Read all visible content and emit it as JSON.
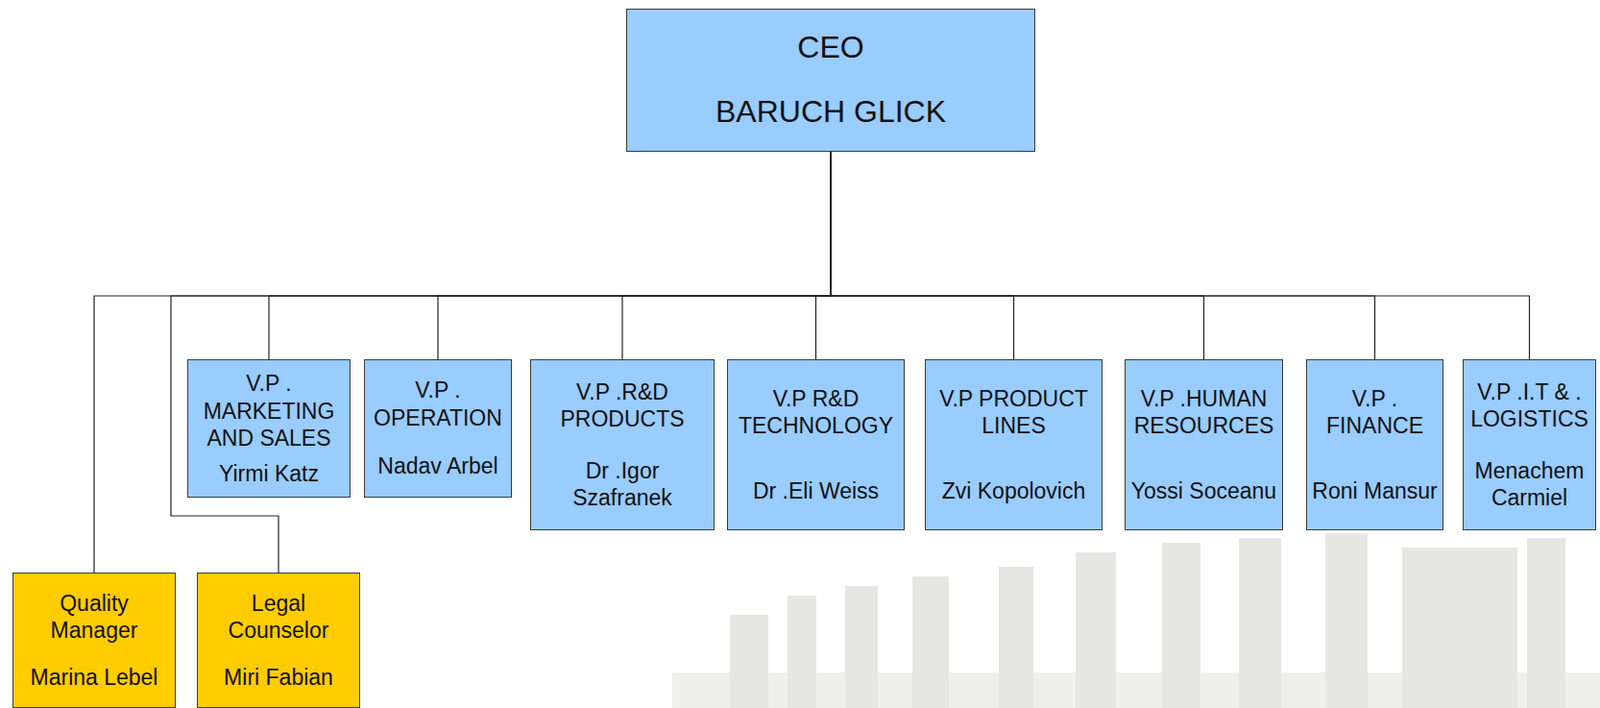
{
  "diagram": {
    "nodes": [
      {
        "text": [
          "CEO",
          "BARUCH GLICK"
        ]
      },
      {
        "text": [
          "V.P . MARKETING AND SALES",
          "Yirmi Katz"
        ]
      },
      {
        "text": [
          "V.P . OPERATION",
          "Nadav Arbel"
        ]
      },
      {
        "text": [
          "V.P .R&D PRODUCTS",
          "Dr .Igor Szafranek"
        ]
      },
      {
        "text": [
          "V.P R&D TECHNOLOGY",
          "Dr .Eli Weiss"
        ]
      },
      {
        "text": [
          "V.P PRODUCT LINES",
          "Zvi Kopolovich"
        ]
      },
      {
        "text": [
          "V.P .HUMAN RESOURCES",
          "Yossi Soceanu"
        ]
      },
      {
        "text": [
          "V.P . FINANCE",
          "Roni Mansur"
        ]
      },
      {
        "text": [
          "V.P .I.T & . LOGISTICS",
          "Menachem Carmiel"
        ]
      },
      {
        "text": [
          "Quality Manager",
          "Marina Lebel"
        ]
      },
      {
        "text": [
          "Legal Counselor",
          "Miri Fabian"
        ]
      }
    ],
    "edges": [
      {
        "from": 0,
        "to": 1,
        "arrow": "none"
      },
      {
        "from": 0,
        "to": 2,
        "arrow": "none"
      },
      {
        "from": 0,
        "to": 3,
        "arrow": "none"
      },
      {
        "from": 0,
        "to": 4,
        "arrow": "none"
      },
      {
        "from": 0,
        "to": 5,
        "arrow": "none"
      },
      {
        "from": 0,
        "to": 6,
        "arrow": "none"
      },
      {
        "from": 0,
        "to": 7,
        "arrow": "none"
      },
      {
        "from": 0,
        "to": 8,
        "arrow": "none"
      },
      {
        "from": 0,
        "to": 9,
        "arrow": "none"
      },
      {
        "from": 0,
        "to": 10,
        "arrow": "none"
      }
    ]
  }
}
